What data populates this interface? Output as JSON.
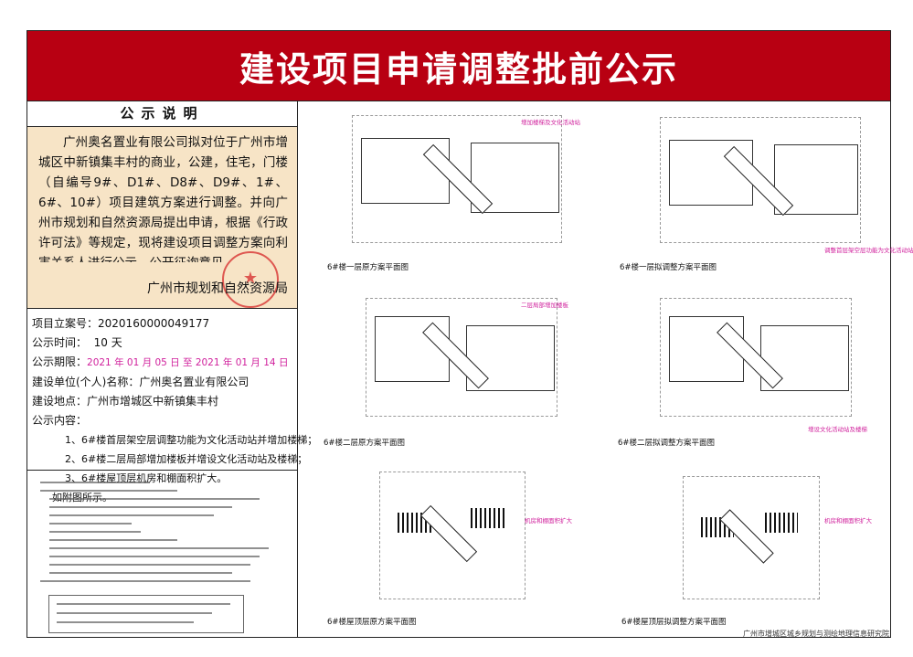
{
  "title": "建设项目申请调整批前公示",
  "notice": {
    "heading": "公示说明",
    "body": "广州奥名置业有限公司拟对位于广州市增城区中新镇集丰村的商业，公建，住宅，门楼（自编号9#、D1#、D8#、D9#、1#、6#、10#）项目建筑方案进行调整。并向广州市规划和自然资源局提出申请，根据《行政许可法》等规定，现将建设项目调整方案向利害关系人进行公示，公开征询意见。",
    "issuer": "广州市规划和自然资源局"
  },
  "info": {
    "case_label": "项目立案号：",
    "case_no": "2020160000049177",
    "duration_label": "公示时间：",
    "duration": "10 天",
    "period_label": "公示期限：",
    "period": "2021 年 01 月 05 日 至 2021 年 01 月 14 日",
    "applicant_label": "建设单位(个人)名称：",
    "applicant": "广州奥名置业有限公司",
    "site_label": "建设地点：",
    "site": "广州市增城区中新镇集丰村",
    "content_label": "公示内容：",
    "items": [
      "1、6#楼首层架空层调整功能为文化活动站并增加楼梯；",
      "2、6#楼二层局部增加楼板并增设文化活动站及楼梯；",
      "3、6#楼屋顶层机房和棚面积扩大。"
    ],
    "see_figure": "如附图所示。"
  },
  "plans": [
    {
      "caption": "6#楼一层原方案平面图",
      "annotation": "增加楼梯及文化活动站"
    },
    {
      "caption": "6#楼一层拟调整方案平面图",
      "annotation": "调整首层架空层功能为文化活动站"
    },
    {
      "caption": "6#楼二层原方案平面图",
      "annotation": "二层局部增加楼板"
    },
    {
      "caption": "6#楼二层拟调整方案平面图",
      "annotation": "增设文化活动站及楼梯"
    },
    {
      "caption": "6#楼屋顶层原方案平面图",
      "annotation": "机房和棚面积扩大"
    },
    {
      "caption": "6#楼屋顶层拟调整方案平面图",
      "annotation": "机房和棚面积扩大"
    }
  ],
  "footer": "广州市增城区城乡规划与测绘地理信息研究院",
  "colors": {
    "banner": "#b80012",
    "notice_bg": "#f7e4c6",
    "annotation": "#d0209c",
    "seal": "#d62828"
  }
}
